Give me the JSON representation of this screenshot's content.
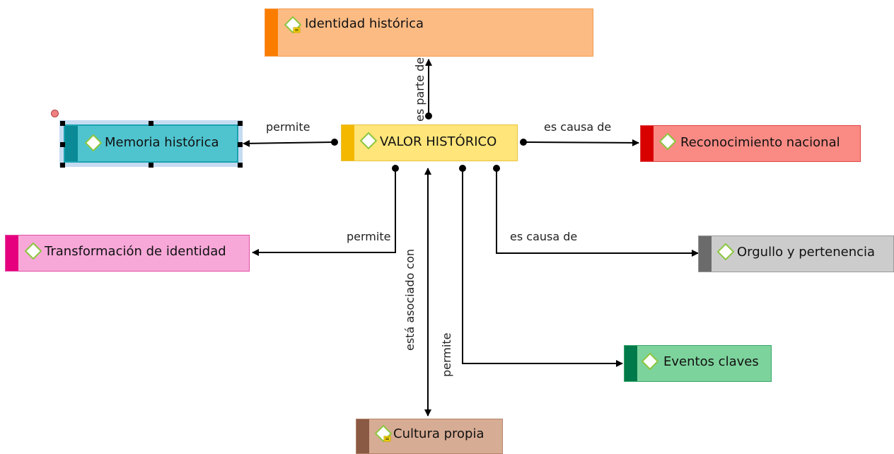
{
  "central": {
    "label": "VALOR HISTÓRICO"
  },
  "nodes": {
    "identidad": {
      "label": "Identidad histórica",
      "icon": "diamond-note-icon"
    },
    "memoria": {
      "label": "Memoria histórica",
      "icon": "diamond-icon"
    },
    "reconocimiento": {
      "label": "Reconocimiento nacional",
      "icon": "diamond-icon"
    },
    "transformacion": {
      "label": "Transformación de identidad",
      "icon": "diamond-icon"
    },
    "orgullo": {
      "label": "Orgullo y pertenencia",
      "icon": "diamond-icon"
    },
    "eventos": {
      "label": "Eventos claves",
      "icon": "diamond-icon"
    },
    "cultura": {
      "label": "Cultura propia",
      "icon": "diamond-note-icon"
    }
  },
  "edges": {
    "es_parte_de": "es parte de",
    "permite_memoria": "permite",
    "es_causa_de_reconocimiento": "es causa de",
    "permite_transformacion": "permite",
    "es_causa_de_orgullo": "es causa de",
    "esta_asociado_con": "está asociado con",
    "permite_eventos": "permite"
  },
  "colors": {
    "identidad": {
      "fill": "#fdbb84",
      "bar": "#fb7d00",
      "border": "#f39a4a"
    },
    "memoria": {
      "fill": "#4fc4cf",
      "bar": "#0a8a96",
      "border": "#1aa3b0"
    },
    "central": {
      "fill": "#ffe57a",
      "bar": "#f5b800",
      "border": "#e7c23c"
    },
    "reconocimiento": {
      "fill": "#f98b84",
      "bar": "#d90000",
      "border": "#e04545"
    },
    "transformacion": {
      "fill": "#f7a8d8",
      "bar": "#e6007e",
      "border": "#e04ca4"
    },
    "orgullo": {
      "fill": "#cccccc",
      "bar": "#6b6b6b",
      "border": "#9a9a9a"
    },
    "eventos": {
      "fill": "#7dd39c",
      "bar": "#007a4a",
      "border": "#3aa56a"
    },
    "cultura": {
      "fill": "#d7ac94",
      "bar": "#8a5a44",
      "border": "#b5836a"
    }
  }
}
